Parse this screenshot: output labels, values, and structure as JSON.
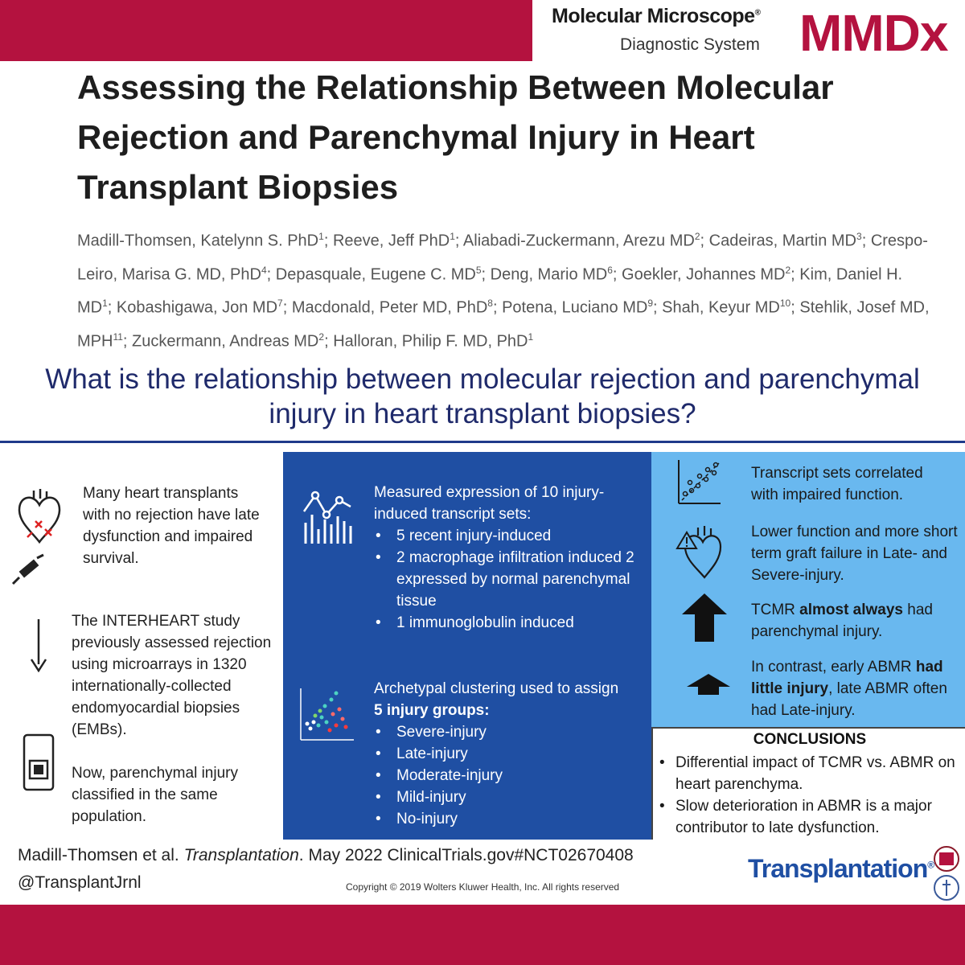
{
  "brand": {
    "line1": "Molecular Microscope",
    "reg": "®",
    "line2": "Diagnostic System",
    "mmdx": "MMDx"
  },
  "paper": {
    "title": "Assessing the Relationship Between Molecular Rejection and Parenchymal Injury in Heart Transplant Biopsies",
    "authors": [
      {
        "name": "Madill-Thomsen, Katelynn S. PhD",
        "sup": "1"
      },
      {
        "name": "Reeve, Jeff PhD",
        "sup": "1"
      },
      {
        "name": "Aliabadi-Zuckermann, Arezu MD",
        "sup": "2"
      },
      {
        "name": "Cadeiras, Martin MD",
        "sup": "3"
      },
      {
        "name": "Crespo-Leiro, Marisa G. MD, PhD",
        "sup": "4"
      },
      {
        "name": "Depasquale, Eugene C. MD",
        "sup": "5"
      },
      {
        "name": "Deng, Mario MD",
        "sup": "6"
      },
      {
        "name": "Goekler, Johannes MD",
        "sup": "2"
      },
      {
        "name": "Kim, Daniel H. MD",
        "sup": "1"
      },
      {
        "name": "Kobashigawa, Jon MD",
        "sup": "7"
      },
      {
        "name": "Macdonald, Peter MD, PhD",
        "sup": "8"
      },
      {
        "name": "Potena, Luciano MD",
        "sup": "9"
      },
      {
        "name": "Shah, Keyur MD",
        "sup": "10"
      },
      {
        "name": "Stehlik, Josef MD, MPH",
        "sup": "11"
      },
      {
        "name": "Zuckermann, Andreas MD",
        "sup": "2"
      },
      {
        "name": "Halloran, Philip F. MD, PhD",
        "sup": "1"
      }
    ]
  },
  "question": "What is the relationship between molecular rejection and parenchymal injury in heart transplant biopsies?",
  "left": {
    "p1": "Many heart transplants with no rejection have late dysfunction and impaired survival.",
    "p2": "The INTERHEART study previously assessed rejection using microarrays in 1320 internationally-collected endomyocardial biopsies (EMBs).",
    "p3": "Now, parenchymal injury classified in the same population."
  },
  "middle": {
    "block1_title": "Measured expression of 10 injury-induced transcript sets:",
    "block1_items": [
      "5 recent injury-induced",
      "2 macrophage infiltration induced 2 expressed by normal parenchymal tissue",
      "1 immunoglobulin induced"
    ],
    "block2_title": "Archetypal clustering used to assign",
    "block2_bold": "5 injury groups:",
    "block2_items": [
      "Severe-injury",
      "Late-injury",
      "Moderate-injury",
      "Mild-injury",
      "No-injury"
    ]
  },
  "right": {
    "r1": "Transcript sets correlated with impaired function.",
    "r2": "Lower function and more short term graft failure in Late- and Severe-injury.",
    "r3a": "TCMR ",
    "r3b": "almost always",
    "r3c": " had parenchymal injury.",
    "r4a": "In contrast, early ABMR ",
    "r4b": "had little injury",
    "r4c": ", late ABMR often had Late-injury."
  },
  "conclusions": {
    "title": "CONCLUSIONS",
    "items": [
      "Differential impact of TCMR vs. ABMR on heart parenchyma.",
      "Slow deterioration in ABMR is a major contributor to late dysfunction."
    ]
  },
  "footer": {
    "citation_a": "Madill-Thomsen et al. ",
    "citation_journal": "Transplantation",
    "citation_b": ". May 2022  ClinicalTrials.gov#NCT02670408",
    "handle": "@TransplantJrnl",
    "copyright": "Copyright © 2019 Wolters Kluwer Health, Inc. All rights reserved",
    "journal_logo": "Transplantation",
    "journal_reg": "®"
  },
  "icons": [
    "heart-icon",
    "syringe-icon",
    "down-arrow-icon",
    "biopsy-slide-icon",
    "line-chart-icon",
    "scatter-cluster-icon",
    "scatter-correlation-icon",
    "heart-warning-icon",
    "up-arrow-icon",
    "society-seal-icon"
  ],
  "colors": {
    "brand_red": "#b4123f",
    "navy": "#1f2a6b",
    "blue_panel": "#1f4fa3",
    "light_blue_panel": "#69b8ef"
  }
}
